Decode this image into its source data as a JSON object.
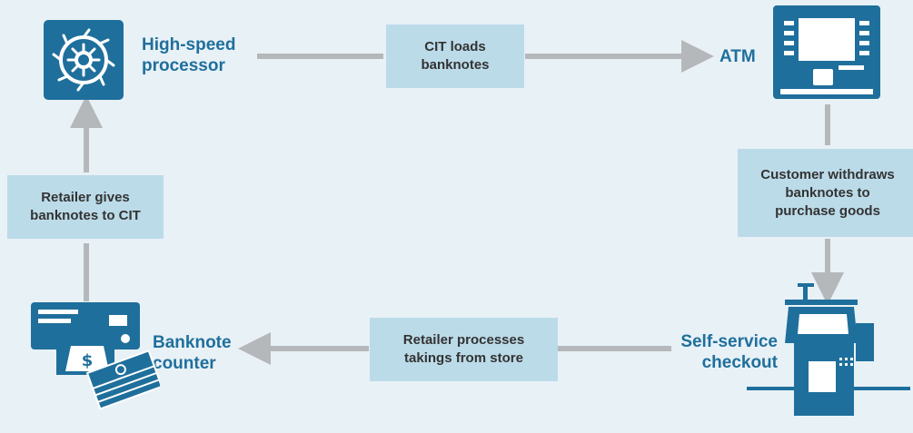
{
  "nodes": {
    "processor": {
      "label_line1": "High-speed",
      "label_line2": "processor",
      "icon": "gear-processor-icon"
    },
    "atm": {
      "label": "ATM",
      "icon": "atm-icon"
    },
    "checkout": {
      "label_line1": "Self-service",
      "label_line2": "checkout",
      "icon": "self-checkout-icon"
    },
    "counter": {
      "label_line1": "Banknote",
      "label_line2": "counter",
      "icon": "banknote-counter-icon"
    }
  },
  "steps": {
    "cit_loads": {
      "line1": "CIT loads",
      "line2": "banknotes"
    },
    "customer_withdraws": {
      "line1": "Customer withdraws",
      "line2": "banknotes to",
      "line3": "purchase goods"
    },
    "retailer_processes": {
      "line1": "Retailer processes",
      "line2": "takings from store"
    },
    "retailer_gives": {
      "line1": "Retailer gives",
      "line2": "banknotes to CIT"
    }
  },
  "colors": {
    "background": "#e8f1f6",
    "icon_blue": "#1f6f9c",
    "label_blue": "#1f6f9c",
    "step_box": "#bcdbe9",
    "arrow_gray": "#b5b8ba"
  }
}
